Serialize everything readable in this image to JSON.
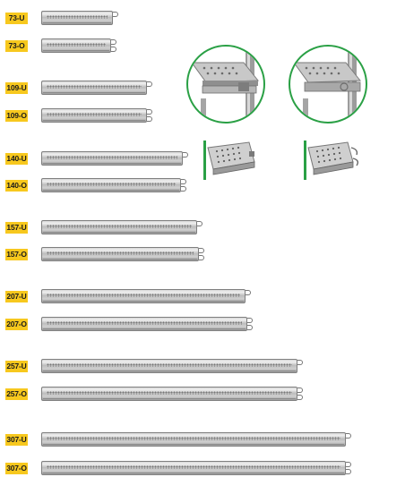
{
  "decks": [
    {
      "code": "73-U",
      "hooks": "single"
    },
    {
      "code": "73-O",
      "hooks": "double"
    },
    {
      "code": "109-U",
      "hooks": "single"
    },
    {
      "code": "109-O",
      "hooks": "double"
    },
    {
      "code": "140-U",
      "hooks": "single"
    },
    {
      "code": "140-O",
      "hooks": "double"
    },
    {
      "code": "157-U",
      "hooks": "single"
    },
    {
      "code": "157-O",
      "hooks": "double"
    },
    {
      "code": "207-U",
      "hooks": "single"
    },
    {
      "code": "207-O",
      "hooks": "double"
    },
    {
      "code": "257-U",
      "hooks": "single"
    },
    {
      "code": "257-O",
      "hooks": "double"
    },
    {
      "code": "307-U",
      "hooks": "single"
    },
    {
      "code": "307-O",
      "hooks": "double"
    }
  ],
  "details": [
    {
      "icon": "u-ledger-connection-detail-icon"
    },
    {
      "icon": "o-ledger-connection-detail-icon"
    }
  ],
  "colors": {
    "tag": "#f7c81e",
    "accent": "#2aa045",
    "steel": "#bdbdbd"
  }
}
